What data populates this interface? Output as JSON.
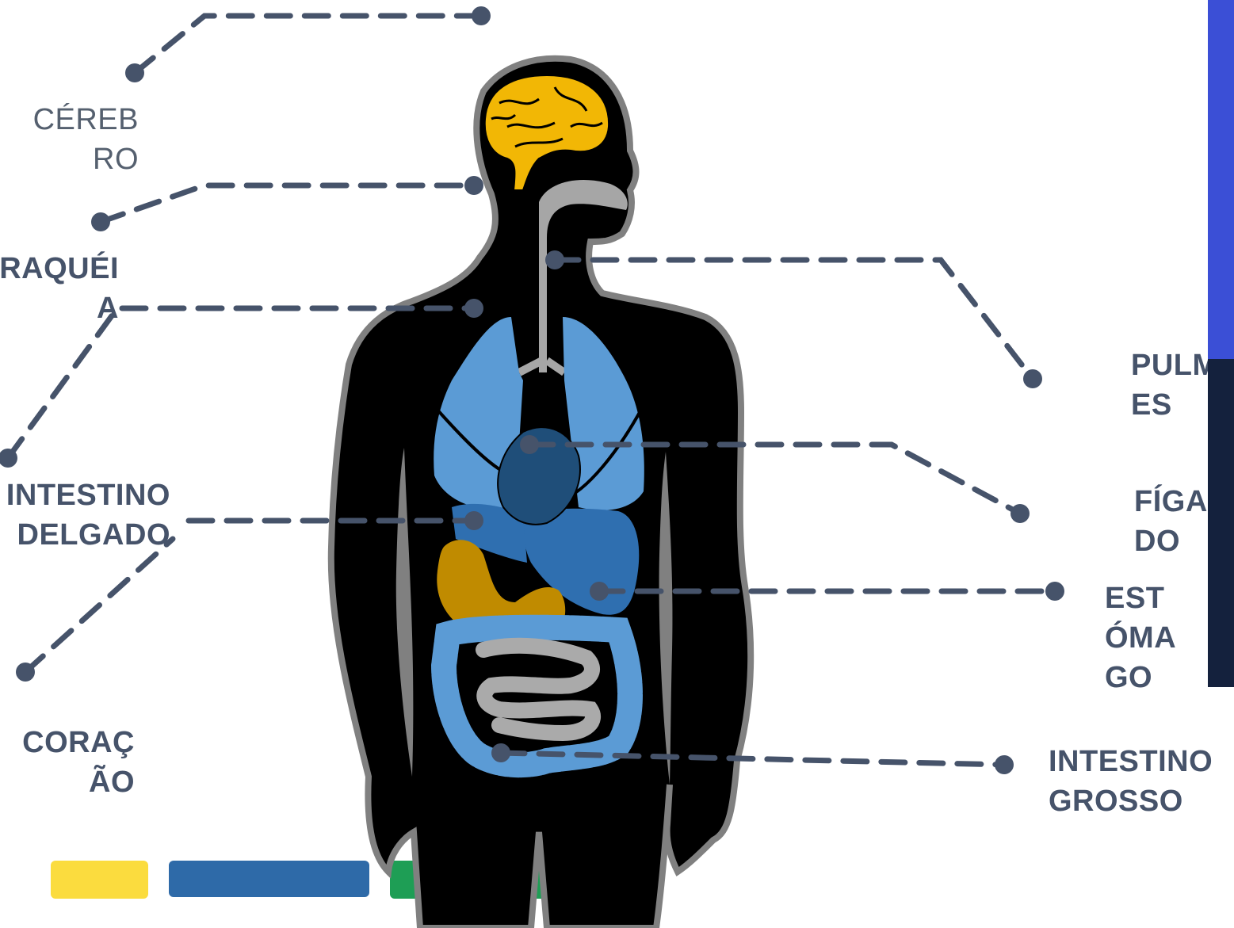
{
  "labels": {
    "cerebro": [
      "CÉREB",
      "RO"
    ],
    "traqueia": [
      "TRAQUÉI",
      "A"
    ],
    "intestino_delgado": [
      "INTESTINO",
      "DELGADO"
    ],
    "coracao": [
      "CORAÇ",
      "ÃO"
    ],
    "pulmoes": [
      "PULMÕ",
      "ES"
    ],
    "figado": [
      "FÍGA",
      "DO"
    ],
    "estomago": [
      "EST",
      "ÓMA",
      "GO"
    ],
    "intestino_grosso": [
      "INTESTINO",
      "GROSSO"
    ]
  },
  "colors": {
    "label": "#46536a",
    "leader": "#46536a",
    "body": "#000000",
    "outline": "#808080",
    "brain": "#f2b705",
    "lungs": "#5b9bd5",
    "liver": "#2f6fb0",
    "heart": "#1f4e79",
    "stomach": "#c08b00",
    "large_intestine": "#5b9bd5",
    "small_intestine": "#aaaaaa",
    "swatch_yellow": "#fbdc3e",
    "swatch_blue": "#2e6aa8",
    "swatch_green": "#1e9e55",
    "panel_top": "#3b4fd6",
    "panel_bottom": "#14213d"
  }
}
